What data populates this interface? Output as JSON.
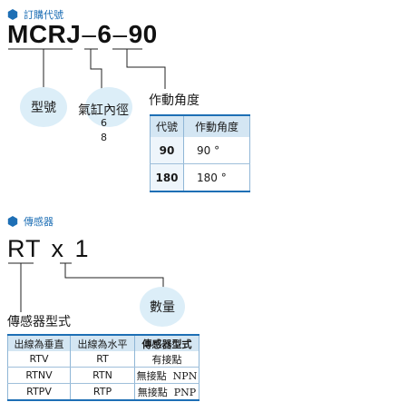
{
  "section1": {
    "title": "訂購代號",
    "code": {
      "prefix": "MCRJ",
      "sep1": "–",
      "part2": "6",
      "sep2": "–",
      "part3": "90"
    },
    "labels": {
      "model": "型號",
      "bore": "氣缸內徑",
      "bore_values": [
        "6",
        "8"
      ],
      "angle": "作動角度"
    },
    "table": {
      "headers": [
        "代號",
        "作動角度"
      ],
      "rows": [
        {
          "code": "90",
          "angle": "90 °"
        },
        {
          "code": "180",
          "angle": "180 °"
        }
      ]
    }
  },
  "section2": {
    "title": "傳感器",
    "code": {
      "a": "RT",
      "b": "x",
      "c": "1"
    },
    "labels": {
      "sensor_type": "傳感器型式",
      "quantity": "數量"
    },
    "table": {
      "headers": [
        "出線為垂直",
        "出線為水平",
        "傳感器型式"
      ],
      "rows": [
        {
          "vertical": "RTV",
          "horizontal": "RT",
          "type": "有接點"
        },
        {
          "vertical": "RTNV",
          "horizontal": "RTN",
          "type": "無接點  NPN"
        },
        {
          "vertical": "RTPV",
          "horizontal": "RTP",
          "type": "無接點  PNP"
        }
      ]
    }
  },
  "colors": {
    "accent": "#1e6fb5",
    "bubble": "#dceef8",
    "header_bg": "#d4e6f3"
  },
  "icons": {
    "section_marker": "blue-hexagon-icon"
  }
}
